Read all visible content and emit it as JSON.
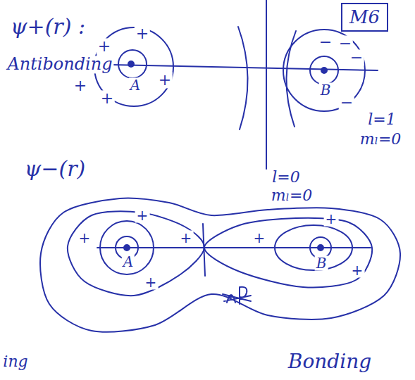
{
  "diagram": {
    "nodes": [
      {
        "text": [
          "M6"
        ]
      }
    ],
    "labels": [
      "ψ+(r) :",
      "Antibonding",
      "+",
      "+",
      "+",
      "+",
      "+",
      "A",
      "−",
      "−",
      "−",
      "−",
      "B",
      "l=1",
      "mₗ=0",
      "ψ−(r)",
      "l=0",
      "mₗ=0",
      "+",
      "+",
      "+",
      "+",
      "+",
      "+",
      "+",
      "A",
      "B",
      "Bonding",
      "ing"
    ]
  }
}
